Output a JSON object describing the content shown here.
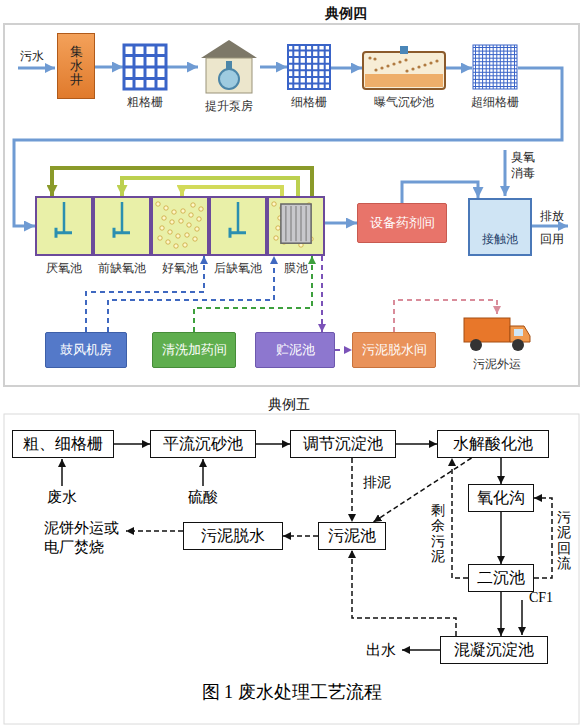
{
  "diagram": {
    "caption": "图 1 废水处理工艺流程",
    "nodes": [
      {
        "text": [
          "集水井"
        ]
      },
      {
        "text": [
          "粗格栅"
        ]
      },
      {
        "text": [
          "提升泵房"
        ]
      },
      {
        "text": [
          "细格栅"
        ]
      },
      {
        "text": [
          "曝气沉砂池"
        ]
      },
      {
        "text": [
          "超细格栅"
        ]
      },
      {
        "text": [
          "厌氧池"
        ]
      },
      {
        "text": [
          "前缺氧池"
        ]
      },
      {
        "text": [
          "好氧池"
        ]
      },
      {
        "text": [
          "后缺氧池"
        ]
      },
      {
        "text": [
          "膜池"
        ]
      },
      {
        "text": [
          "设备药剂间"
        ]
      },
      {
        "text": [
          "接触池"
        ]
      },
      {
        "text": [
          "鼓风机房"
        ]
      },
      {
        "text": [
          "清洗加药间"
        ]
      },
      {
        "text": [
          "贮泥池"
        ]
      },
      {
        "text": [
          "污泥脱水间"
        ]
      },
      {
        "text": [
          "污泥外运"
        ]
      },
      {
        "text": [
          "粗、细格栅"
        ]
      },
      {
        "text": [
          "平流沉砂池"
        ]
      },
      {
        "text": [
          "调节沉淀池"
        ]
      },
      {
        "text": [
          "水解酸化池"
        ]
      },
      {
        "text": [
          "氧化沟"
        ]
      },
      {
        "text": [
          "二沉池"
        ]
      },
      {
        "text": [
          "混凝沉淀池"
        ]
      },
      {
        "text": [
          "污泥池"
        ]
      },
      {
        "text": [
          "污泥脱水"
        ]
      }
    ],
    "edges": [
      {
        "from": 0,
        "to": 1,
        "arrow": "to"
      },
      {
        "from": 1,
        "to": 2,
        "arrow": "to"
      },
      {
        "from": 2,
        "to": 3,
        "arrow": "to"
      },
      {
        "from": 3,
        "to": 4,
        "arrow": "to"
      },
      {
        "from": 4,
        "to": 5,
        "arrow": "to"
      },
      {
        "from": 5,
        "to": 6,
        "arrow": "to"
      },
      {
        "from": 10,
        "to": 6,
        "arrow": "to"
      },
      {
        "from": 10,
        "to": 7,
        "arrow": "to"
      },
      {
        "from": 10,
        "to": 8,
        "arrow": "to"
      },
      {
        "from": 10,
        "to": 11,
        "arrow": "to"
      },
      {
        "from": 11,
        "to": 12,
        "arrow": "to"
      },
      {
        "from": 13,
        "to": 8,
        "arrow": "to"
      },
      {
        "from": 13,
        "to": 10,
        "arrow": "to"
      },
      {
        "from": 14,
        "to": 10,
        "arrow": "to"
      },
      {
        "from": 10,
        "to": 15,
        "arrow": "to"
      },
      {
        "from": 15,
        "to": 16,
        "arrow": "to"
      },
      {
        "from": 16,
        "to": 17,
        "arrow": "to"
      },
      {
        "from": 18,
        "to": 19,
        "arrow": "to"
      },
      {
        "from": 19,
        "to": 20,
        "arrow": "to"
      },
      {
        "from": 20,
        "to": 21,
        "arrow": "to"
      },
      {
        "from": 21,
        "to": 22,
        "arrow": "to"
      },
      {
        "from": 22,
        "to": 23,
        "arrow": "to"
      },
      {
        "from": 23,
        "to": 24,
        "arrow": "to"
      },
      {
        "from": 20,
        "to": 25,
        "label": "排泥",
        "arrow": "to"
      },
      {
        "from": 21,
        "to": 25,
        "arrow": "to"
      },
      {
        "from": 23,
        "to": 21,
        "label": "剩余污泥",
        "arrow": "to"
      },
      {
        "from": 23,
        "to": 22,
        "label": "污泥回流",
        "arrow": "to"
      },
      {
        "from": 24,
        "to": 25,
        "arrow": "to"
      },
      {
        "from": 25,
        "to": 26,
        "arrow": "to"
      }
    ],
    "labels": [
      "典例四",
      "污水",
      "臭氧 消毒",
      "排放",
      "回用",
      "典例五",
      "废水",
      "硫酸",
      "泥饼外运或 电厂焚烧",
      "CF1",
      "出水"
    ]
  }
}
